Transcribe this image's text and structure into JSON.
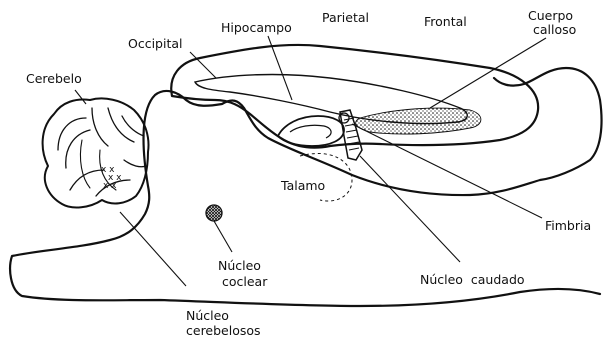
{
  "labels": {
    "cerebelo": "Cerebelo",
    "occipital": "Occipital",
    "hipocampo": "Hipocampo",
    "parietal": "Parietal",
    "frontal": "Frontal",
    "cuerpo_calloso_line1": "Cuerpo",
    "cuerpo_calloso_line2": "calloso",
    "talamo": "Talamo",
    "fimbria": "Fimbria",
    "nucleo_coclear_line1": "Núcleo",
    "nucleo_coclear_line2": "coclear",
    "nucleo_caudado": "Núcleo  caudado",
    "nucleos_cerebelosos_line1": "Núcleo",
    "nucleos_cerebelosos_line2": "cerebelosos"
  },
  "colors": {
    "ink": "#111111",
    "background": "#ffffff"
  }
}
